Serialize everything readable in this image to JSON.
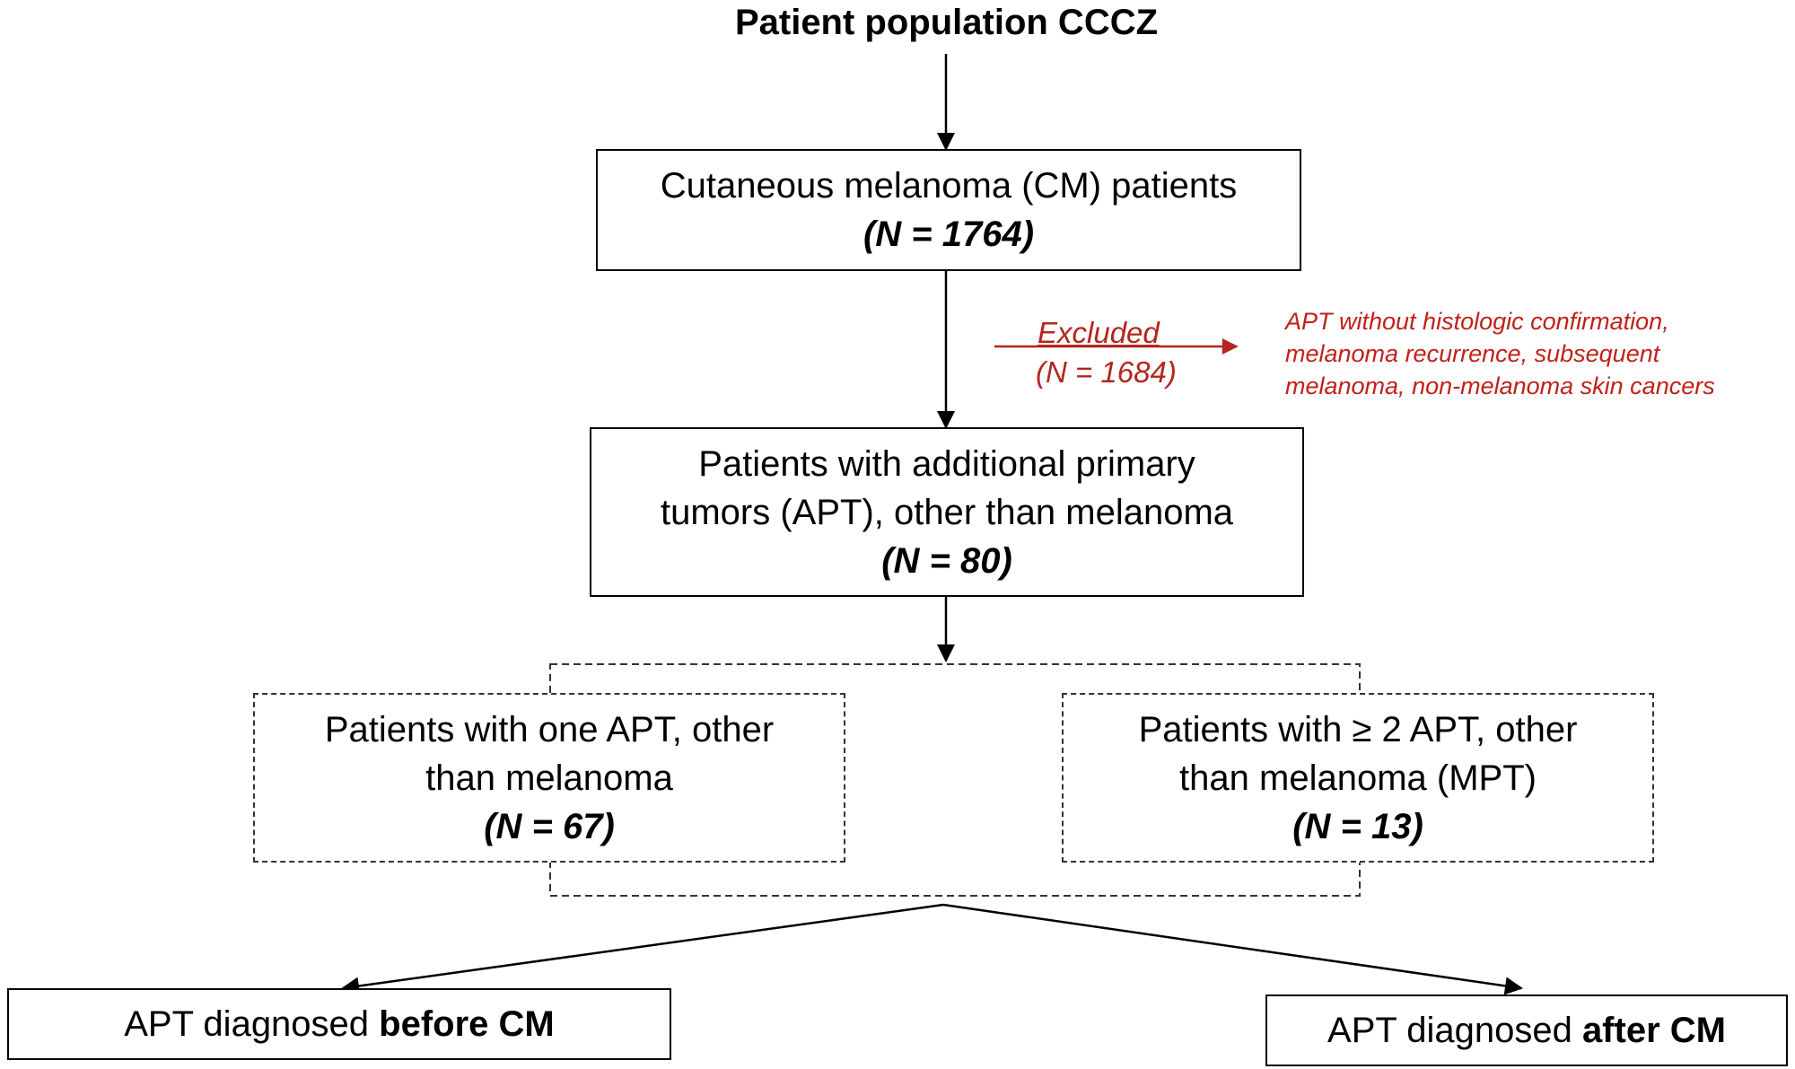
{
  "title": "Patient population CCCZ",
  "box_cm": {
    "line1": "Cutaneous melanoma (CM) patients",
    "n": "(N = 1764)"
  },
  "excluded": {
    "label": "Excluded",
    "n": "(N = 1684)",
    "reason_lines": [
      "APT without histologic confirmation,",
      "melanoma recurrence, subsequent",
      "melanoma, non-melanoma skin cancers"
    ]
  },
  "box_apt": {
    "line1": "Patients with additional primary",
    "line2": "tumors (APT), other than melanoma",
    "n": "(N = 80)"
  },
  "box_one": {
    "line1": "Patients with one APT, other",
    "line2": "than melanoma",
    "n": "(N = 67)"
  },
  "box_two": {
    "line1": "Patients with ≥ 2 APT, other",
    "line2": "than melanoma (MPT)",
    "n": "(N = 13)"
  },
  "box_before": {
    "prefix": "APT diagnosed ",
    "bold": "before CM"
  },
  "box_after": {
    "prefix": "APT diagnosed ",
    "bold": "after CM"
  },
  "colors": {
    "exclusion": "#c0211a",
    "line": "#000000"
  }
}
